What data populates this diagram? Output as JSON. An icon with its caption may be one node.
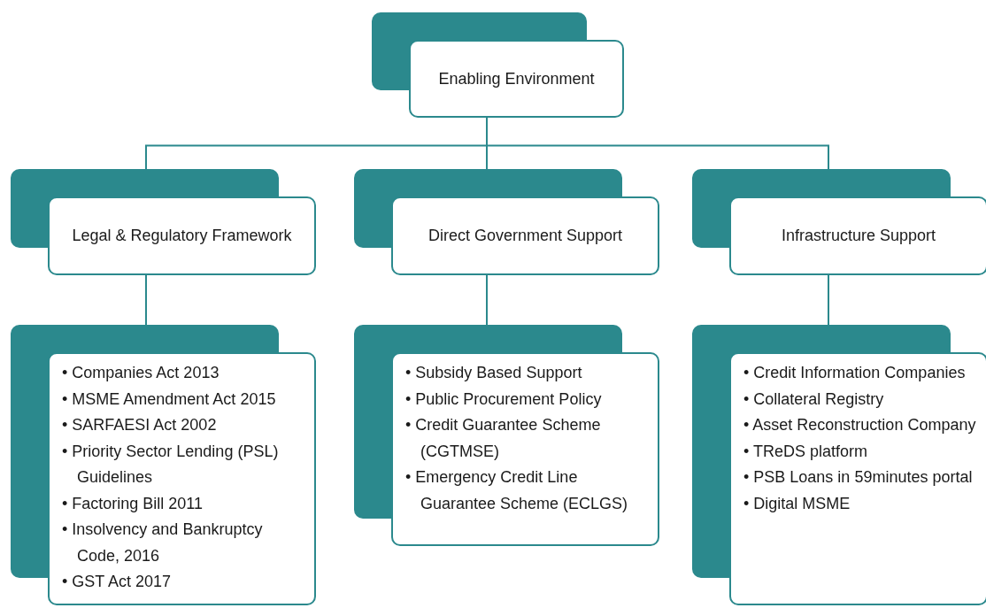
{
  "diagram": {
    "nodes": [
      {
        "text": [
          "Enabling Environment"
        ]
      },
      {
        "text": [
          "Legal & Regulatory Framework"
        ]
      },
      {
        "text": [
          "Direct Government Support"
        ]
      },
      {
        "text": [
          "Infrastructure Support"
        ]
      },
      {
        "text": [
          "• Companies Act 2013",
          "• MSME Amendment Act 2015",
          "• SARFAESI Act 2002",
          "• Priority Sector Lending (PSL) Guidelines",
          "• Factoring Bill 2011",
          "• Insolvency and Bankruptcy Code, 2016",
          "• GST Act 2017"
        ]
      },
      {
        "text": [
          "• Subsidy Based Support",
          "• Public Procurement Policy",
          "• Credit Guarantee Scheme (CGTMSE)",
          "• Emergency Credit Line Guarantee Scheme (ECLGS)"
        ]
      },
      {
        "text": [
          "• Credit Information Companies",
          "• Collateral Registry",
          "• Asset Reconstruction Company",
          "• TReDS platform",
          "• PSB Loans in 59minutes portal",
          "• Digital MSME"
        ]
      }
    ],
    "edges": [
      {
        "from": 0,
        "to": 1,
        "arrow": "none"
      },
      {
        "from": 0,
        "to": 2,
        "arrow": "none"
      },
      {
        "from": 0,
        "to": 3,
        "arrow": "none"
      },
      {
        "from": 1,
        "to": 4,
        "arrow": "none"
      },
      {
        "from": 2,
        "to": 5,
        "arrow": "none"
      },
      {
        "from": 3,
        "to": 6,
        "arrow": "none"
      }
    ]
  }
}
